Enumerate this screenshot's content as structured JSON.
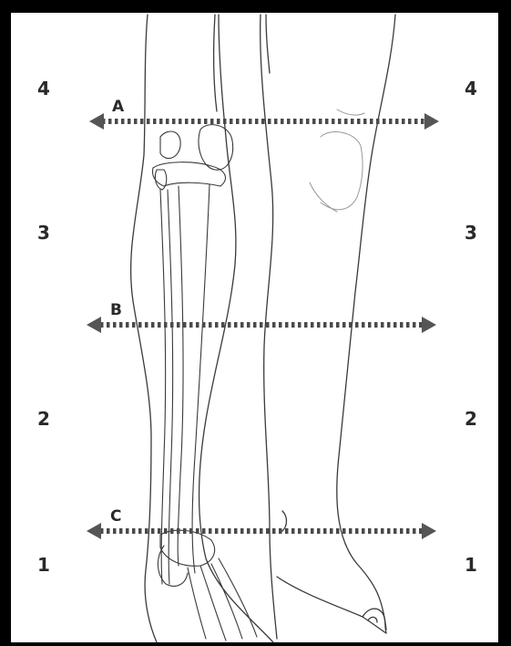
{
  "zones": {
    "left": [
      "4",
      "3",
      "2",
      "1"
    ],
    "right": [
      "4",
      "3",
      "2",
      "1"
    ]
  },
  "lines": [
    "A",
    "B",
    "C"
  ],
  "colors": {
    "frame": "#000000",
    "stroke": "#3a3a3a",
    "arrow": "#555555"
  }
}
